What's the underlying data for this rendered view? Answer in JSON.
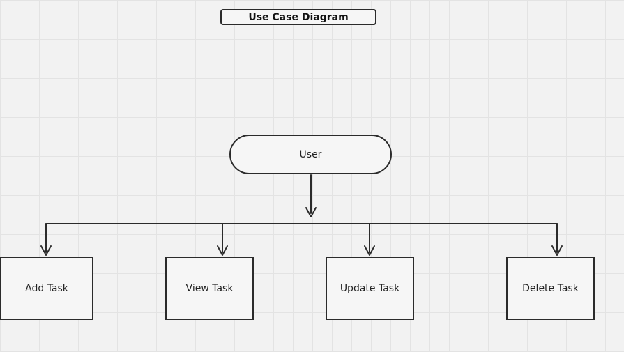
{
  "title": "Use Case Diagram",
  "actor": {
    "label": "User"
  },
  "use_cases": [
    {
      "label": "Add Task"
    },
    {
      "label": "View Task"
    },
    {
      "label": "Update Task"
    },
    {
      "label": "Delete Task"
    }
  ],
  "colors": {
    "background": "#f2f2f2",
    "grid": "#e3e3e3",
    "stroke": "#2b2b2b",
    "node_fill": "#f6f6f6"
  }
}
